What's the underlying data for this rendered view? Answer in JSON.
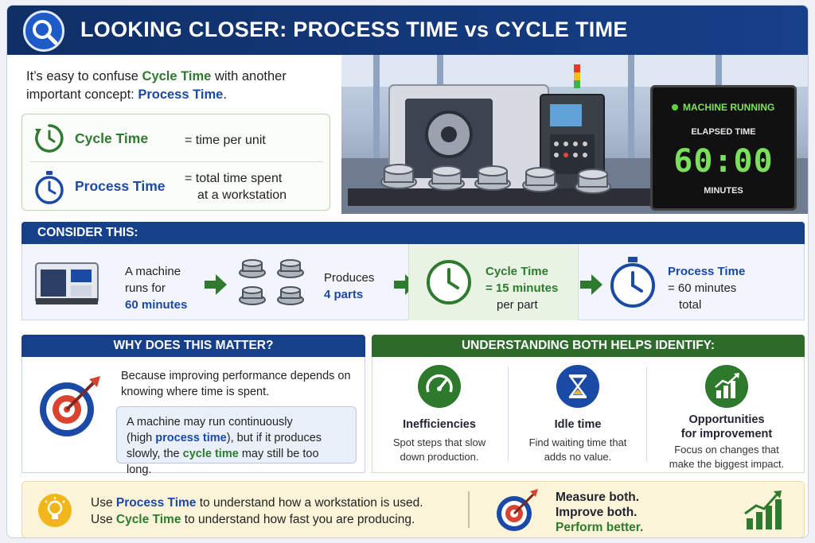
{
  "header": {
    "title": "LOOKING CLOSER: PROCESS TIME vs CYCLE TIME",
    "icon": "magnifier-icon"
  },
  "intro": {
    "prefix": "It’s easy to confuse ",
    "cycle_term": "Cycle Time",
    "middle": " with another important concept: ",
    "process_term": "Process Time",
    "suffix": "."
  },
  "definitions": {
    "cycle": {
      "term": "Cycle Time",
      "meaning": "= time per unit",
      "icon": "clock-icon"
    },
    "process": {
      "term": "Process Time",
      "meaning_1": "= total time spent",
      "meaning_2": "at a workstation",
      "icon": "stopwatch-icon"
    }
  },
  "hero_display": {
    "status": "MACHINE RUNNING",
    "elapsed_label": "ELAPSED TIME",
    "clock": "60:00",
    "unit": "MINUTES"
  },
  "consider": {
    "heading": "CONSIDER THIS:",
    "machine": {
      "line1": "A machine",
      "line2": "runs for",
      "emph": "60 minutes"
    },
    "produces": {
      "line1": "Produces",
      "emph": "4 parts"
    },
    "cycle": {
      "term": "Cycle Time",
      "value": "= 15 minutes",
      "note": "per part"
    },
    "process": {
      "term": "Process Time",
      "value": "= 60 minutes",
      "note": "total"
    }
  },
  "why": {
    "heading": "WHY DOES THIS MATTER?",
    "main": "Because improving performance depends on knowing where time is spent.",
    "quote_1": "A machine may run continuously",
    "quote_2_pre": "(high ",
    "quote_2_term": "process time",
    "quote_2_post": "), but if it produces",
    "quote_3_pre": "slowly, the ",
    "quote_3_term": "cycle time",
    "quote_3_post": " may still be too long."
  },
  "understanding": {
    "heading": "UNDERSTANDING BOTH HELPS IDENTIFY:",
    "items": [
      {
        "title": "Inefficiencies",
        "desc_1": "Spot steps that slow",
        "desc_2": "down production.",
        "icon": "gauge-icon",
        "color": "#2d7a2d"
      },
      {
        "title": "Idle time",
        "desc_1": "Find waiting time that",
        "desc_2": "adds no value.",
        "icon": "hourglass-icon",
        "color": "#1a49a6"
      },
      {
        "title_1": "Opportunities",
        "title_2": "for improvement",
        "desc_1": "Focus on changes that",
        "desc_2": "make the biggest impact.",
        "icon": "growth-chart-icon",
        "color": "#2d7a2d"
      }
    ]
  },
  "footer": {
    "line1_pre": "Use ",
    "line1_term": "Process Time",
    "line1_post": " to understand how a workstation is used.",
    "line2_pre": "Use ",
    "line2_term": "Cycle Time",
    "line2_post": " to understand how fast you are producing.",
    "slogan_1": "Measure both.",
    "slogan_2": "Improve both.",
    "slogan_3": "Perform better."
  },
  "colors": {
    "navy": "#17408a",
    "green": "#2e7a2e",
    "gold": "#f2b61d"
  }
}
